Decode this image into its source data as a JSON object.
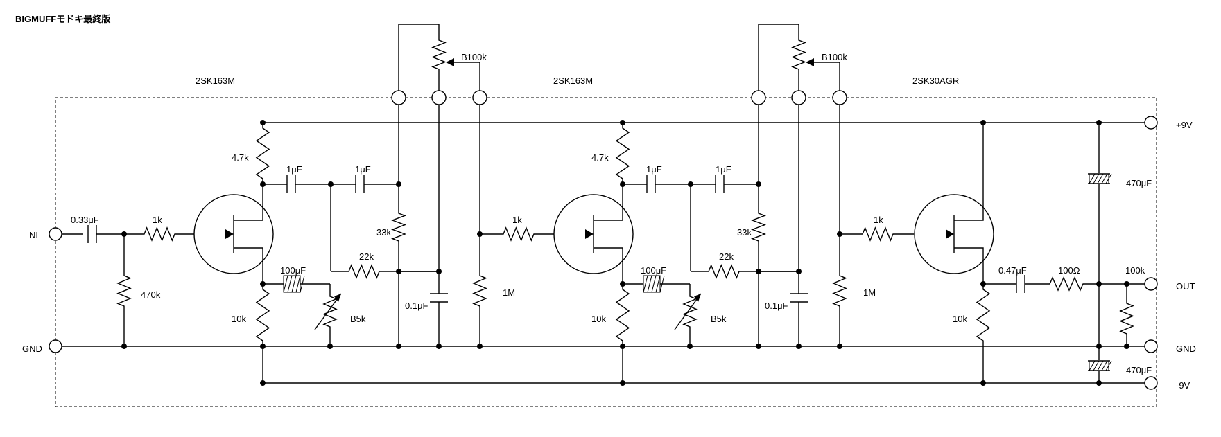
{
  "title": "BIGMUFFモドキ最終版",
  "stages": [
    "2SK163M",
    "2SK163M",
    "2SK30AGR"
  ],
  "ports": {
    "input": "NI",
    "gnd_left": "GND",
    "vplus": "+9V",
    "out": "OUT",
    "gnd_right": "GND",
    "vminus": "-9V"
  },
  "parts": {
    "cin": "0.33μF",
    "rin": "470k",
    "r1k_a": "1k",
    "r47k_a": "4.7k",
    "c1_a": "1μF",
    "c2_a": "1μF",
    "r33k_a": "33k",
    "r22k_a": "22k",
    "c100_a": "100μF",
    "vr5k_a": "B5k",
    "r10k_a": "10k",
    "c01_a": "0.1μF",
    "pot_a": "B100k",
    "r1m_a": "1M",
    "r1k_b": "1k",
    "r47k_b": "4.7k",
    "c1_b": "1μF",
    "c2_b": "1μF",
    "r33k_b": "33k",
    "r22k_b": "22k",
    "c100_b": "100μF",
    "vr5k_b": "B5k",
    "r10k_b": "10k",
    "c01_b": "0.1μF",
    "pot_b": "B100k",
    "r1m_b": "1M",
    "r1k_c": "1k",
    "r10k_c": "10k",
    "c047": "0.47μF",
    "r100": "100Ω",
    "r100k": "100k",
    "c470_a": "470μF",
    "c470_b": "470μF"
  }
}
